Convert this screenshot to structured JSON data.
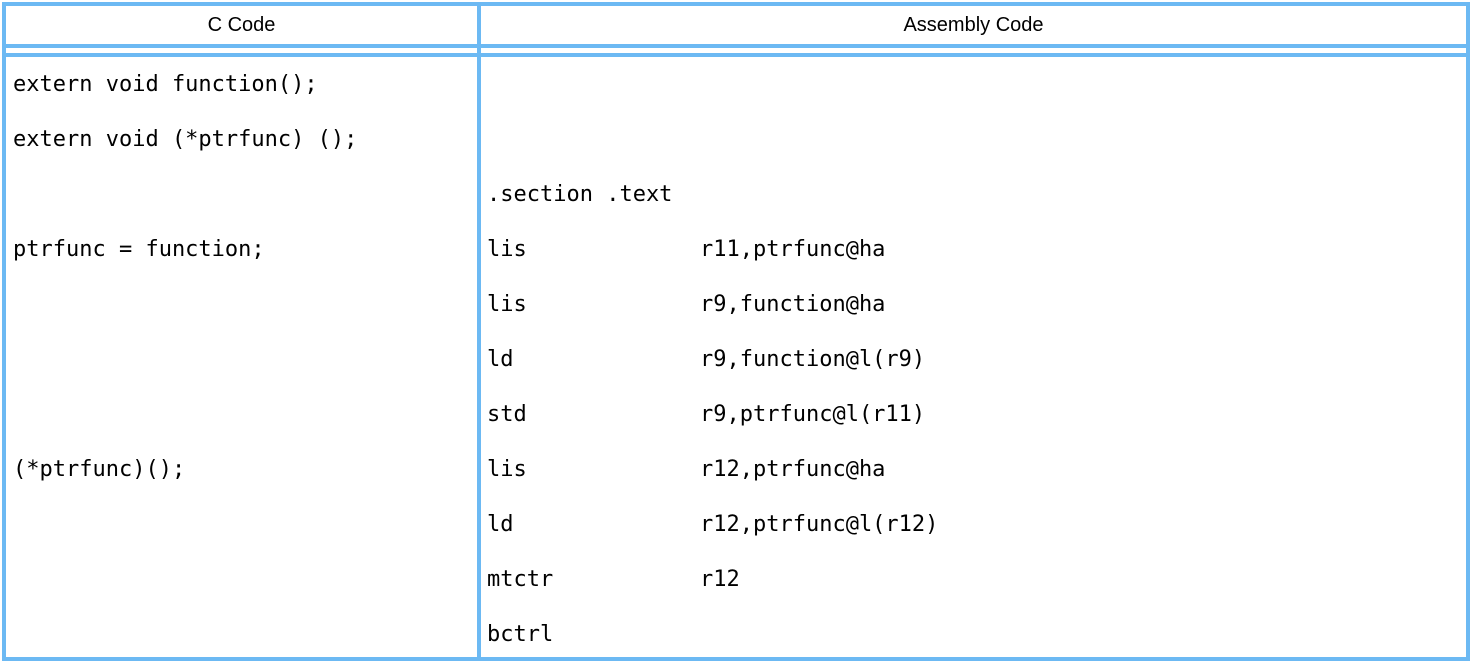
{
  "page": {
    "colors": {
      "border-color": "#6cb9f3",
      "text-color": "#000000",
      "bg-color": "#ffffff"
    }
  },
  "table": {
    "columns": [
      {
        "header": "C Code"
      },
      {
        "header": "Assembly Code"
      }
    ],
    "lines": [
      {
        "c": "extern void function();",
        "asm_mnemonic": "",
        "asm_operand": ""
      },
      {
        "c": "extern void (*ptrfunc) ();",
        "asm_mnemonic": "",
        "asm_operand": ""
      },
      {
        "c": "",
        "asm_mnemonic": ".section .text",
        "asm_operand": ""
      },
      {
        "c": "ptrfunc = function;",
        "asm_mnemonic": "lis",
        "asm_operand": "r11,ptrfunc@ha"
      },
      {
        "c": "",
        "asm_mnemonic": "lis",
        "asm_operand": "r9,function@ha"
      },
      {
        "c": "",
        "asm_mnemonic": "ld",
        "asm_operand": "r9,function@l(r9)"
      },
      {
        "c": "",
        "asm_mnemonic": "std",
        "asm_operand": "r9,ptrfunc@l(r11)"
      },
      {
        "c": "(*ptrfunc)();",
        "asm_mnemonic": "lis",
        "asm_operand": "r12,ptrfunc@ha"
      },
      {
        "c": "",
        "asm_mnemonic": "ld",
        "asm_operand": "r12,ptrfunc@l(r12)"
      },
      {
        "c": "",
        "asm_mnemonic": "mtctr",
        "asm_operand": "r12"
      },
      {
        "c": "",
        "asm_mnemonic": "bctrl",
        "asm_operand": ""
      }
    ]
  }
}
